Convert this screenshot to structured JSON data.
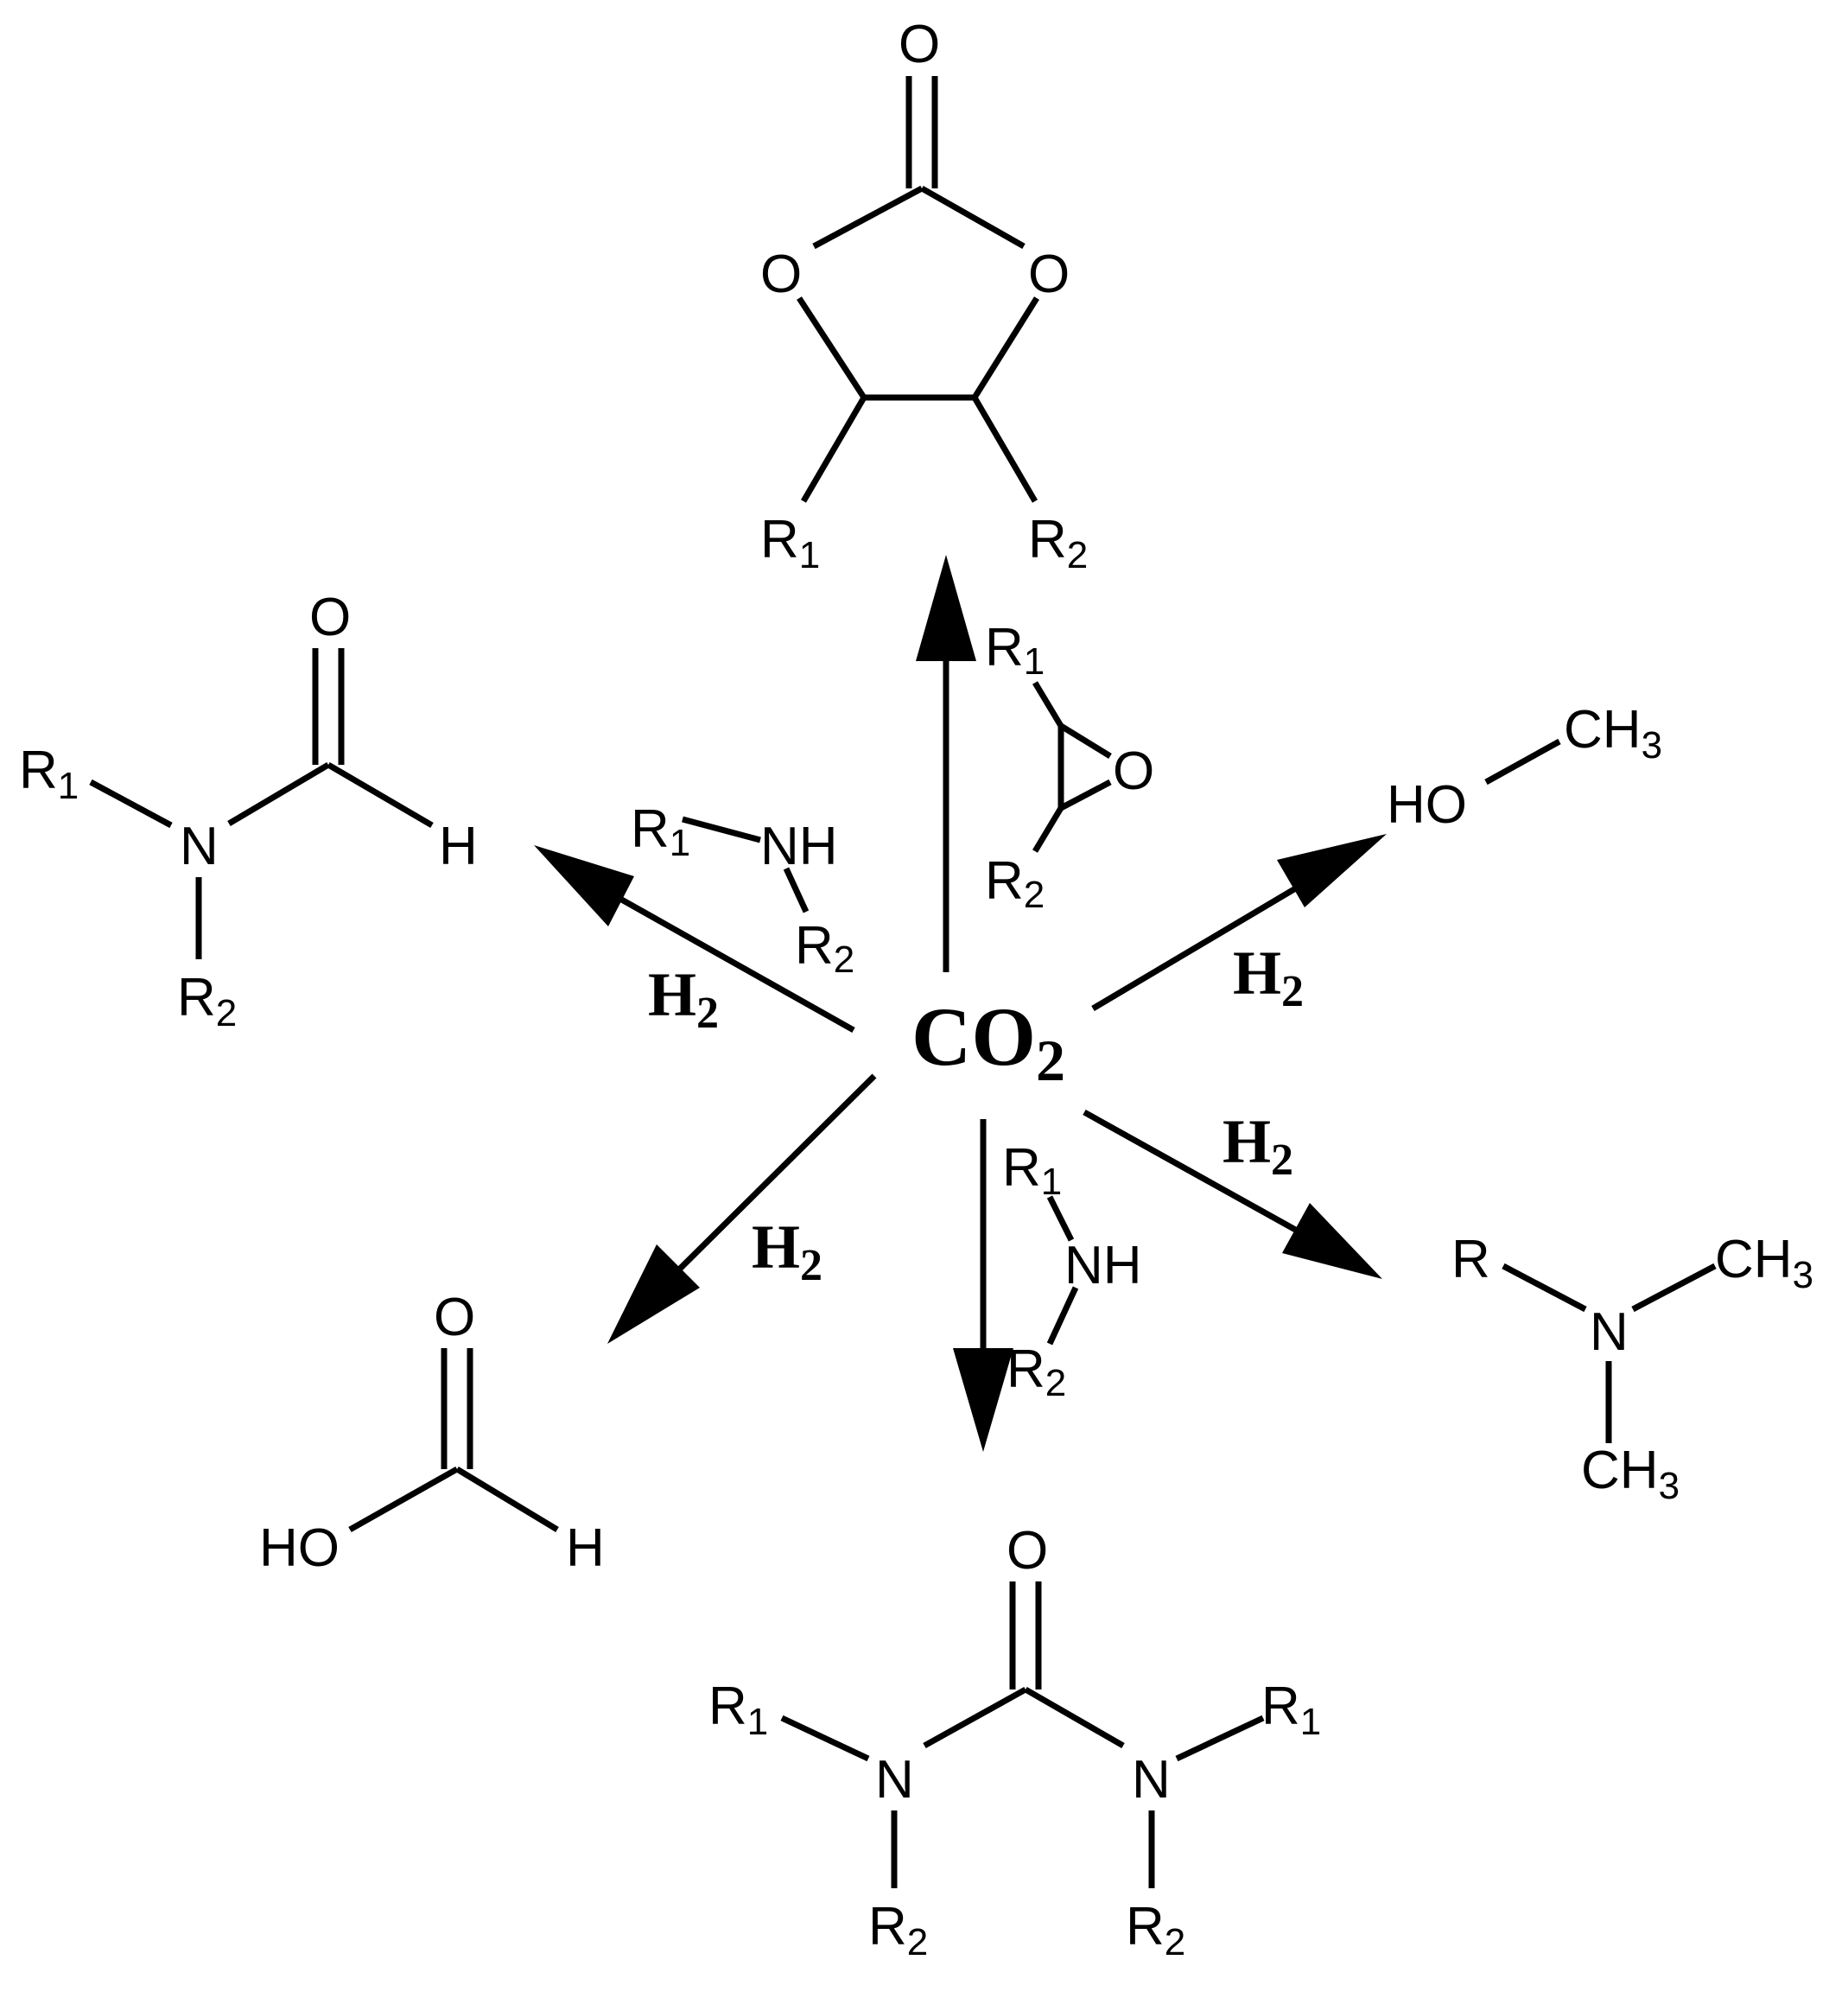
{
  "center": {
    "main": "CO",
    "sub": "2"
  },
  "reagents": {
    "hydrogen": {
      "main": "H",
      "sub": "2"
    },
    "amine": {
      "r1": "R",
      "r1_sub": "1",
      "nh": "NH",
      "r2": "R",
      "r2_sub": "2"
    },
    "epoxide": {
      "r1": "R",
      "r1_sub": "1",
      "o": "O",
      "r2": "R",
      "r2_sub": "2"
    }
  },
  "products": {
    "cyclic_carbonate": {
      "o_top": "O",
      "o_left": "O",
      "o_right": "O",
      "r1": "R",
      "r1_sub": "1",
      "r2": "R",
      "r2_sub": "2"
    },
    "formamide": {
      "o": "O",
      "r1": "R",
      "r1_sub": "1",
      "n": "N",
      "h": "H",
      "r2": "R",
      "r2_sub": "2"
    },
    "methanol": {
      "ho": "HO",
      "ch3": "CH",
      "ch3_sub": "3"
    },
    "formic_acid": {
      "o": "O",
      "ho": "HO",
      "h": "H"
    },
    "urea": {
      "o": "O",
      "n_left": "N",
      "n_right": "N",
      "r1_left": "R",
      "r1_left_sub": "1",
      "r2_left": "R",
      "r2_left_sub": "2",
      "r1_right": "R",
      "r1_right_sub": "1",
      "r2_right": "R",
      "r2_right_sub": "2"
    },
    "tertiary_amine": {
      "r": "R",
      "n": "N",
      "ch3_top": "CH",
      "ch3_top_sub": "3",
      "ch3_bottom": "CH",
      "ch3_bottom_sub": "3"
    }
  }
}
